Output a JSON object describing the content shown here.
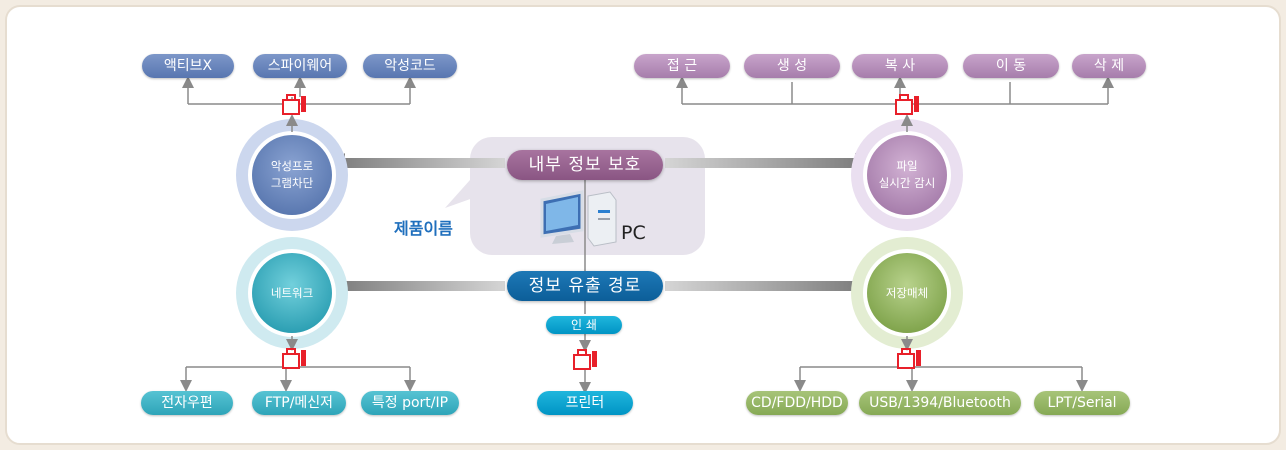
{
  "center": {
    "top_banner": "내부 정보 보호",
    "bottom_banner": "정보 유출 경로",
    "product_label": "제품이름",
    "pc_label": "PC"
  },
  "hubs": {
    "malware_block": [
      "악성프로",
      "그램차단"
    ],
    "file_monitor": [
      "파일",
      "실시간 감시"
    ],
    "network": "네트워크",
    "storage": "저장매체"
  },
  "top_left_items": [
    "액티브X",
    "스파이웨어",
    "악성코드"
  ],
  "top_right_items": [
    "접 근",
    "생 성",
    "복 사",
    "이 동",
    "삭 제"
  ],
  "bottom_left_items": [
    "전자우편",
    "FTP/메신저",
    "특정 port/IP"
  ],
  "print": {
    "label": "인 쇄",
    "printer": "프린터"
  },
  "bottom_right_items": [
    "CD/FDD/HDD",
    "USB/1394/Bluetooth",
    "LPT/Serial"
  ],
  "colors": {
    "blue": "#5f7db5",
    "purple": "#b08ab3",
    "teal": "#3aadc0",
    "green": "#92b25f",
    "cyan": "#0a9fd0",
    "navy": "#0d5f9c",
    "lock": "#e8202a"
  },
  "icons": [
    "lock-icon",
    "pc-icon",
    "arrow-icon"
  ]
}
